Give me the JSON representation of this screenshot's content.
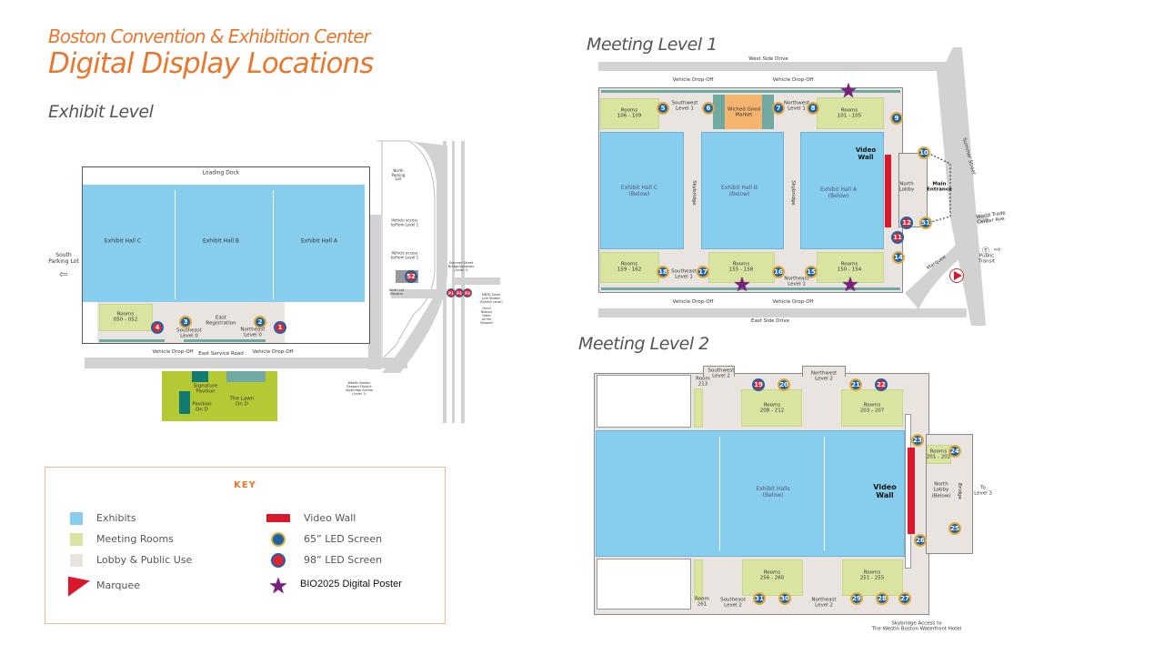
{
  "header": {
    "subtitle": "Boston Convention & Exhibition Center",
    "title": "Digital Display Locations"
  },
  "exhibit_level": {
    "title": "Exhibit Level",
    "labels": {
      "loading_dock": "Loading Dock",
      "hall_c": "Exhibit Hall C",
      "hall_b": "Exhibit Hall B",
      "hall_a": "Exhibit Hall A",
      "south_parking": "South\nParking Lot",
      "rooms": "Rooms\n050 - 052",
      "southeast": "Southeast\nLevel 0",
      "east_reg": "East\nRegistration",
      "northeast": "Northeast\nLevel 0",
      "drop_off_1": "Vehicle Drop-Off",
      "service_road": "East Service Road",
      "drop_off_2": "Vehicle Drop-Off",
      "signature": "Signature\nPavilion",
      "pavilion_d": "Pavilion\nOn D",
      "lawn": "The Lawn\nOn D",
      "north_lot": "North\nParking\nLot",
      "vehicle_access_1": "Vehicle access\nto/from Level 1",
      "vehicle_access_2": "Vehicle access\nto/from Level 1",
      "north_lot_elevator": "North Lot\nElevator",
      "summer_st": "Summer Street\nBridge/overpass\n(Level 1)",
      "westin_seaport": "Westin Boston\nSeaport District\nSkybridge Access\n(Level 1)",
      "omni": "Omni\nBoston\nHotel\nat the\nSeaport",
      "mbta": "MBTA Silver\nLine Station\n(Exhibit Level)"
    },
    "markers": [
      {
        "n": "1",
        "type": "98"
      },
      {
        "n": "2",
        "type": "65"
      },
      {
        "n": "3",
        "type": "65"
      },
      {
        "n": "4",
        "type": "98"
      },
      {
        "n": "52",
        "type": "98"
      },
      {
        "n": "P1",
        "type": "98"
      },
      {
        "n": "P2",
        "type": "98"
      },
      {
        "n": "P3",
        "type": "98"
      }
    ]
  },
  "level1": {
    "title": "Meeting Level 1",
    "labels": {
      "west_drive": "West Side Drive",
      "east_drive": "East Side Drive",
      "drop_nw": "Vehicle Drop-Off",
      "drop_ne": "Vehicle Drop-Off",
      "drop_sw": "Vehicle Drop-Off",
      "drop_se": "Vehicle Drop-Off",
      "rooms_106": "Rooms\n106 - 109",
      "southwest": "Southwest\nLevel 1",
      "market": "Wicked Good\nMarket",
      "northwest": "Northwest\nLevel 1",
      "rooms_101": "Rooms\n101 - 105",
      "hall_c": "Exhibit Hall C\n(Below)",
      "hall_b": "Exhibit Hall B\n(Below)",
      "hall_a": "Exhibit Hall A\n(Below)",
      "skybridge_1": "Skybridge",
      "skybridge_2": "Skybridge",
      "video_wall": "Video\nWall",
      "north_lobby": "North\nLobby",
      "main_entrance": "Main\nEntrance",
      "summer_st": "Summer Street",
      "wtc": "World Trade\nCenter Ave.",
      "transit": "Public\nTransit",
      "marquee": "Marquee",
      "rooms_159": "Rooms\n159 - 162",
      "southeast": "Southeast\nLevel 1",
      "rooms_155": "Rooms\n155 - 158",
      "northeast": "Northeast\nLevel 1",
      "rooms_150": "Rooms\n150 - 154"
    },
    "markers": [
      {
        "n": "5",
        "type": "65"
      },
      {
        "n": "6",
        "type": "65"
      },
      {
        "n": "7",
        "type": "65"
      },
      {
        "n": "8",
        "type": "65"
      },
      {
        "n": "9",
        "type": "65"
      },
      {
        "n": "10",
        "type": "65"
      },
      {
        "n": "11",
        "type": "98"
      },
      {
        "n": "12",
        "type": "98"
      },
      {
        "n": "14",
        "type": "65"
      },
      {
        "n": "15",
        "type": "65"
      },
      {
        "n": "16",
        "type": "65"
      },
      {
        "n": "17",
        "type": "65"
      },
      {
        "n": "18",
        "type": "65"
      },
      {
        "n": "51",
        "type": "65"
      }
    ]
  },
  "level2": {
    "title": "Meeting Level 2",
    "labels": {
      "room_213": "Room\n213",
      "southwest": "Southwest\nLevel 2",
      "rooms_208": "Rooms\n208 - 212",
      "northwest": "Northwest\nLevel 2",
      "rooms_203": "Rooms\n203 - 207",
      "halls": "Exhibit Halls\n(Below)",
      "video_wall": "Video\nWall",
      "rooms_201": "Rooms\n201 - 202",
      "north_lobby": "North\nLobby\n(Below)",
      "bridge": "Bridge",
      "to_level3": "To\nLevel 3",
      "room_261": "Room\n261",
      "southeast": "Southeast\nLevel 2",
      "rooms_256": "Rooms\n256 - 260",
      "northeast": "Northeast\nLevel 2",
      "rooms_251": "Rooms\n251 - 255",
      "skybridge": "Skybridge Access to\nThe Westin Boston Waterfront Hotel"
    },
    "markers": [
      {
        "n": "19",
        "type": "98"
      },
      {
        "n": "20",
        "type": "65"
      },
      {
        "n": "21",
        "type": "65"
      },
      {
        "n": "22",
        "type": "98"
      },
      {
        "n": "23",
        "type": "65"
      },
      {
        "n": "24",
        "type": "65"
      },
      {
        "n": "25",
        "type": "65"
      },
      {
        "n": "26",
        "type": "65"
      },
      {
        "n": "27",
        "type": "65"
      },
      {
        "n": "28",
        "type": "65"
      },
      {
        "n": "29",
        "type": "65"
      },
      {
        "n": "30",
        "type": "65"
      },
      {
        "n": "31",
        "type": "65"
      }
    ]
  },
  "key": {
    "title": "KEY",
    "items": [
      {
        "label": "Exhibits",
        "color": "#87cdee"
      },
      {
        "label": "Meeting Rooms",
        "color": "#d9e4a1"
      },
      {
        "label": "Lobby & Public Use",
        "color": "#e9e4df"
      },
      {
        "label": "Marquee",
        "color": "#d9182d"
      },
      {
        "label": "Video Wall",
        "color": "#d9182d"
      },
      {
        "label": "65” LED Screen",
        "color": "#1d64a6"
      },
      {
        "label": "98” LED Screen",
        "color": "#d92638"
      },
      {
        "label": "BIO2025 Digital Poster",
        "color": "#7a1f7e"
      }
    ]
  }
}
